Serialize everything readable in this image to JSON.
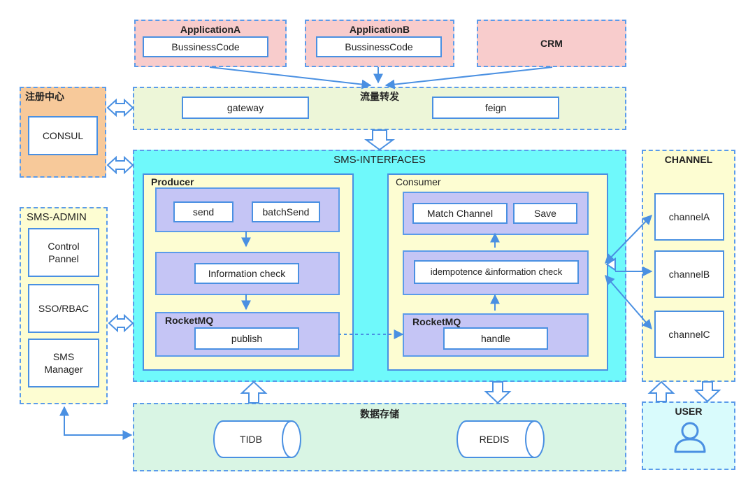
{
  "top": {
    "app_a": {
      "title": "ApplicationA",
      "code": "BussinessCode"
    },
    "app_b": {
      "title": "ApplicationB",
      "code": "BussinessCode"
    },
    "crm": "CRM"
  },
  "registry": {
    "title": "注册中心",
    "item": "CONSUL"
  },
  "traffic": {
    "title": "流量转发",
    "items": [
      "gateway",
      "feign"
    ]
  },
  "sms_interfaces": {
    "title": "SMS-INTERFACES",
    "producer": {
      "title": "Producer",
      "send": "send",
      "batch_send": "batchSend",
      "check": "Information check",
      "mq_title": "RocketMQ",
      "publish": "publish"
    },
    "consumer": {
      "title": "Consumer",
      "match": "Match Channel",
      "save": "Save",
      "check": "idempotence &information check",
      "mq_title": "RocketMQ",
      "handle": "handle"
    }
  },
  "admin": {
    "title": "SMS-ADMIN",
    "items": [
      "Control Pannel",
      "SSO/RBAC",
      "SMS Manager"
    ]
  },
  "channel": {
    "title": "CHANNEL",
    "items": [
      "channelA",
      "channelB",
      "channelC"
    ]
  },
  "storage": {
    "title": "数据存储",
    "items": [
      "TIDB",
      "REDIS"
    ]
  },
  "user": {
    "title": "USER"
  },
  "colors": {
    "blue": "#4a90e2",
    "pink": "#f8cccc",
    "orange": "#f7c99a",
    "cyan": "#6ff9fb",
    "yellow": "#fdfdd2",
    "lavender": "#c5c5f5",
    "green": "#d9f5e4",
    "light_cyan": "#d9fbfc"
  }
}
